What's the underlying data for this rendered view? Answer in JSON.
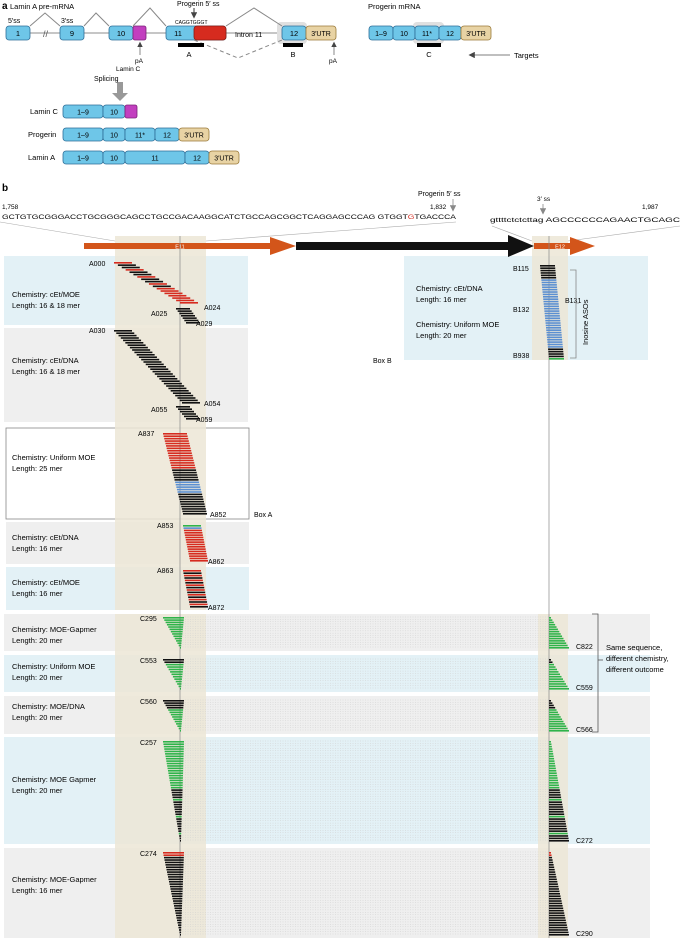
{
  "colors": {
    "exon": "#6ec6e8",
    "exon_stroke": "#2f6f99",
    "utr": "#e8d3a4",
    "utr_stroke": "#9a7a3a",
    "magenta": "#c23fbf",
    "red": "#d62b1f",
    "orange": "#d3551a",
    "shade_blue": "#e3f1f6",
    "shade_gray": "#efefef",
    "shade_tan": "#ece6d6",
    "aso_black": "#111111",
    "aso_red": "#d62b1f",
    "aso_green": "#2fb34a",
    "aso_blue": "#5b8fd1"
  },
  "panel_a": {
    "label": "a",
    "title": "Lamin A pre-mRNA",
    "ss5": "5′ss",
    "ss3": "3′ss",
    "exons": [
      "1",
      "9",
      "10",
      "11",
      "12"
    ],
    "utr": "3′UTR",
    "seq_top": "CAGGTGGGT",
    "progerin_ss": "Progerin 5′ ss",
    "intron": "Intron 11",
    "pA": "pA",
    "laminC_label": "Lamin C",
    "box_a": "A",
    "box_b": "B",
    "splicing": "Splicing",
    "progerin_mrna_title": "Progerin mRNA",
    "progerin_mrna_exons": [
      "1–9",
      "10",
      "11*",
      "12"
    ],
    "box_c": "C",
    "targets": "Targets",
    "products": [
      {
        "name": "Lamin C",
        "exons": [
          "1–9",
          "10"
        ]
      },
      {
        "name": "Progerin",
        "exons": [
          "1–9",
          "10",
          "11*",
          "12"
        ]
      },
      {
        "name": "Lamin A",
        "exons": [
          "1–9",
          "10",
          "11",
          "12"
        ]
      }
    ]
  },
  "panel_b": {
    "label": "b",
    "progerin_ss": "Progerin 5′ ss",
    "pos_start": "1,758",
    "pos_mid": "1,832",
    "sequence_before": "GCTGTGCGGGACCTGCGGGCAGCCTGCCGACAAGGCATCTGCCAGCGGCTCAGGAGCCCAG GTGGT",
    "sequence_red": "G",
    "sequence_after": "TGACCCA",
    "ss3": "3′ ss",
    "pos_end": "1,987",
    "seq2_lower": "gttttctctcttag",
    "seq2_upper": " AGCCCCCCAGAACTGCAGC",
    "e11": "E11",
    "e12": "E12",
    "box_a_label": "Box A",
    "box_b_label": "Box B",
    "inosine": "Inosine ASOs",
    "same_seq": [
      "Same sequence,",
      "different chemistry,",
      "different outcome"
    ],
    "groups": [
      {
        "chem": "Chemistry: cEt/MOE",
        "len": "Length: 16 & 18 mer",
        "top": "A000",
        "mid": "A025",
        "bot": "A029",
        "right": "A024"
      },
      {
        "chem": "Chemistry: cEt/DNA",
        "len": "Length: 16 & 18 mer",
        "top": "A030",
        "mid": "A055",
        "bot": "A059",
        "right": "A054"
      },
      {
        "chem": "Chemistry: Uniform MOE",
        "len": "Length: 25 mer",
        "top": "A837",
        "bot": "A852"
      },
      {
        "chem": "Chemistry: cEt/DNA",
        "len": "Length: 16 mer",
        "top": "A853",
        "bot": "A862"
      },
      {
        "chem": "Chemistry: cEt/MOE",
        "len": "Length: 16 mer",
        "top": "A863",
        "bot": "A872"
      }
    ],
    "groups_b": [
      {
        "chem": "Chemistry: cEt/DNA",
        "len": "Length: 16 mer",
        "top": "B115",
        "bot": "B131"
      },
      {
        "chem": "Chemistry: Uniform MOE",
        "len": "Length: 20 mer",
        "top": "B132",
        "bot": "B938"
      }
    ],
    "groups_c": [
      {
        "chem": "Chemistry: MOE-Gapmer",
        "len": "Length: 20 mer",
        "left": "C295",
        "right": "C822"
      },
      {
        "chem": "Chemistry: Uniform MOE",
        "len": "Length: 20 mer",
        "left": "C553",
        "right": "C559"
      },
      {
        "chem": "Chemistry: MOE/DNA",
        "len": "Length: 20 mer",
        "left": "C560",
        "right": "C566"
      },
      {
        "chem": "Chemistry: MOE Gapmer",
        "len": "Length: 20 mer",
        "left": "C257",
        "right": "C272"
      },
      {
        "chem": "Chemistry: MOE-Gapmer",
        "len": "Length: 16 mer",
        "left": "C274",
        "right": "C290"
      }
    ]
  }
}
